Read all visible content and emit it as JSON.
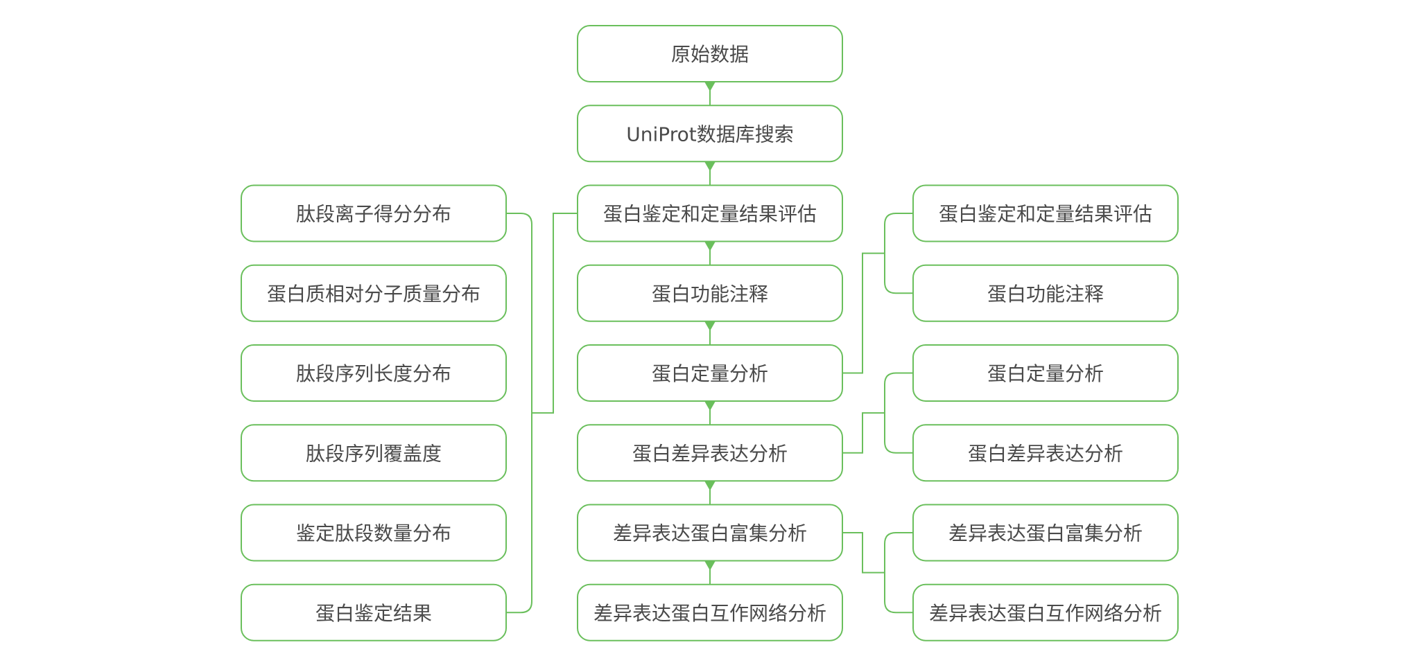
{
  "colors": {
    "accent": "#6abf5c",
    "text": "#4a4a4a",
    "background": "#ffffff"
  },
  "center": [
    {
      "id": "raw-data",
      "label": "原始数据"
    },
    {
      "id": "uniprot-search",
      "label": "UniProt数据库搜索"
    },
    {
      "id": "identification-eval",
      "label": "蛋白鉴定和定量结果评估"
    },
    {
      "id": "function-annotation",
      "label": "蛋白功能注释"
    },
    {
      "id": "quant-analysis",
      "label": "蛋白定量分析"
    },
    {
      "id": "diff-expression",
      "label": "蛋白差异表达分析"
    },
    {
      "id": "enrichment",
      "label": "差异表达蛋白富集分析"
    },
    {
      "id": "network",
      "label": "差异表达蛋白互作网络分析"
    }
  ],
  "left": [
    {
      "id": "peptide-ion-score",
      "label": "肽段离子得分分布"
    },
    {
      "id": "protein-mass",
      "label": "蛋白质相对分子质量分布"
    },
    {
      "id": "peptide-length",
      "label": "肽段序列长度分布"
    },
    {
      "id": "peptide-coverage",
      "label": "肽段序列覆盖度"
    },
    {
      "id": "peptide-count",
      "label": "鉴定肽段数量分布"
    },
    {
      "id": "identification-result",
      "label": "蛋白鉴定结果"
    }
  ],
  "right": [
    {
      "id": "r-identification-eval",
      "label": "蛋白鉴定和定量结果评估"
    },
    {
      "id": "r-function-annotation",
      "label": "蛋白功能注释"
    },
    {
      "id": "r-quant-analysis",
      "label": "蛋白定量分析"
    },
    {
      "id": "r-diff-expression",
      "label": "蛋白差异表达分析"
    },
    {
      "id": "r-enrichment",
      "label": "差异表达蛋白富集分析"
    },
    {
      "id": "r-network",
      "label": "差异表达蛋白互作网络分析"
    }
  ]
}
